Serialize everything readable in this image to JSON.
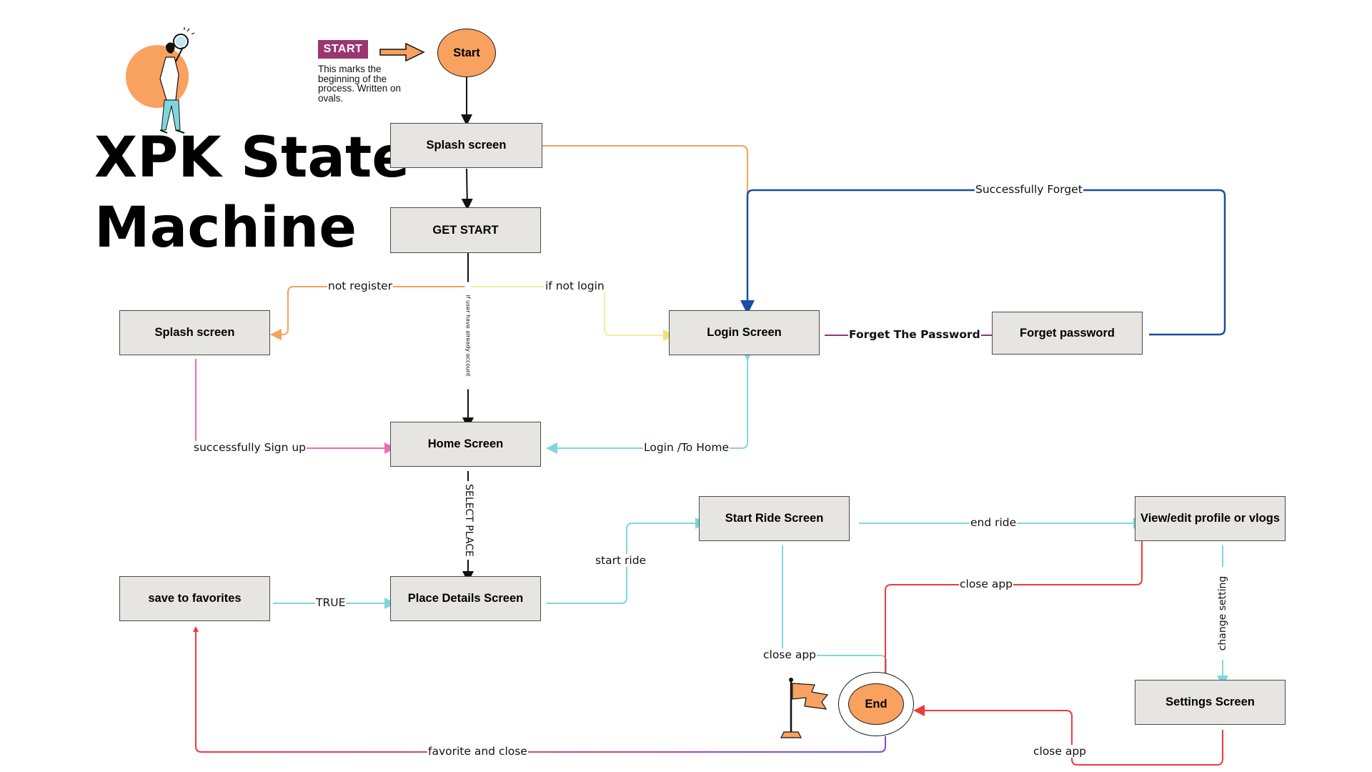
{
  "title": {
    "line1": "XPK State",
    "line2": "Machine"
  },
  "legend": {
    "badge": "START",
    "note": "This marks the beginning of the process. Written on ovals."
  },
  "nodes": {
    "start": "Start",
    "splash_top": "Splash screen",
    "get_start": "GET START",
    "splash_left": "Splash screen",
    "login": "Login Screen",
    "forget": "Forget password",
    "home": "Home Screen",
    "place_details": "Place Details Screen",
    "favorites": "save to favorites",
    "start_ride": "Start Ride Screen",
    "profile": "View/edit profile or vlogs",
    "settings": "Settings Screen",
    "end": "End"
  },
  "edges": {
    "successfully_forget": "Successfully Forget",
    "not_register": "not register",
    "if_not_login": "if not login",
    "already_account": "if user have already account",
    "forget_the_password": "Forget The Password",
    "successfully_sign_up": "successfully Sign up",
    "login_to_home": "Login /To Home",
    "select_place": "SELECT PLACE",
    "true_label": "TRUE",
    "start_ride": "start ride",
    "end_ride": "end ride",
    "close_app_profile": "close app",
    "change_setting": "change setting",
    "close_app_ride": "close app",
    "favorite_and_close": "favorite and close",
    "close_app_settings": "close app"
  },
  "colors": {
    "node_fill": "#e7e5e2",
    "oval_fill": "#f9a15f",
    "badge": "#9b3670",
    "orange": "#f2a35c",
    "blue": "#1a4fa0",
    "yellow": "#f7ec9c",
    "pink": "#f06bb6",
    "cyan": "#7fd6de",
    "red": "#ee3b3b",
    "purple": "#8a3a7a",
    "violet": "#7a4be0"
  }
}
